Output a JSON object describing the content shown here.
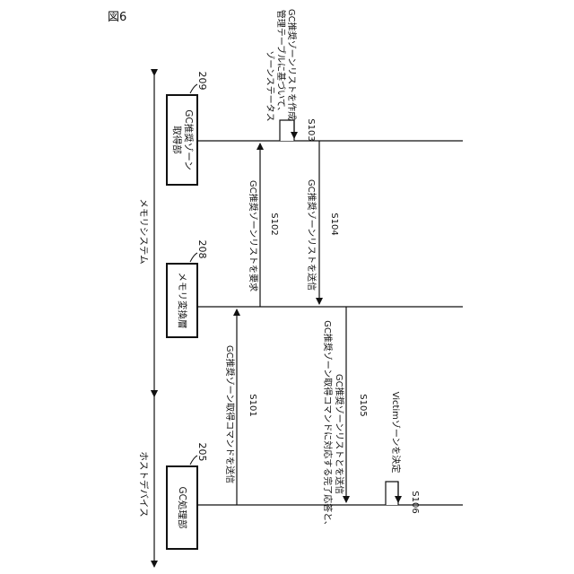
{
  "figure_label": "図6",
  "entities": [
    {
      "name": "GC推奨ゾーン取得部",
      "number": "209"
    },
    {
      "name": "メモリ変換層",
      "number": "208"
    },
    {
      "name": "GC処理部",
      "number": "205"
    }
  ],
  "groups": [
    {
      "label": "メモリシステム"
    },
    {
      "label": "ホストデバイス"
    }
  ],
  "steps": [
    {
      "id": "S101",
      "label": "GC推奨ゾーン取得コマンドを送信"
    },
    {
      "id": "S102",
      "label": "GC推奨ゾーンリストを要求"
    },
    {
      "id": "S103",
      "label_lines": [
        "ゾーンステータス",
        "管理テーブルに基づいて、",
        "GC推奨ゾーンリストを作成"
      ]
    },
    {
      "id": "S104",
      "label": "GC推奨ゾーンリストを送信"
    },
    {
      "id": "S105",
      "label_lines": [
        "GC推奨ゾーン取得コマンドに対応する完了応答と、",
        "GC推奨ゾーンリストとを送信"
      ]
    },
    {
      "id": "S106",
      "label": "Victimゾーンを決定"
    }
  ]
}
